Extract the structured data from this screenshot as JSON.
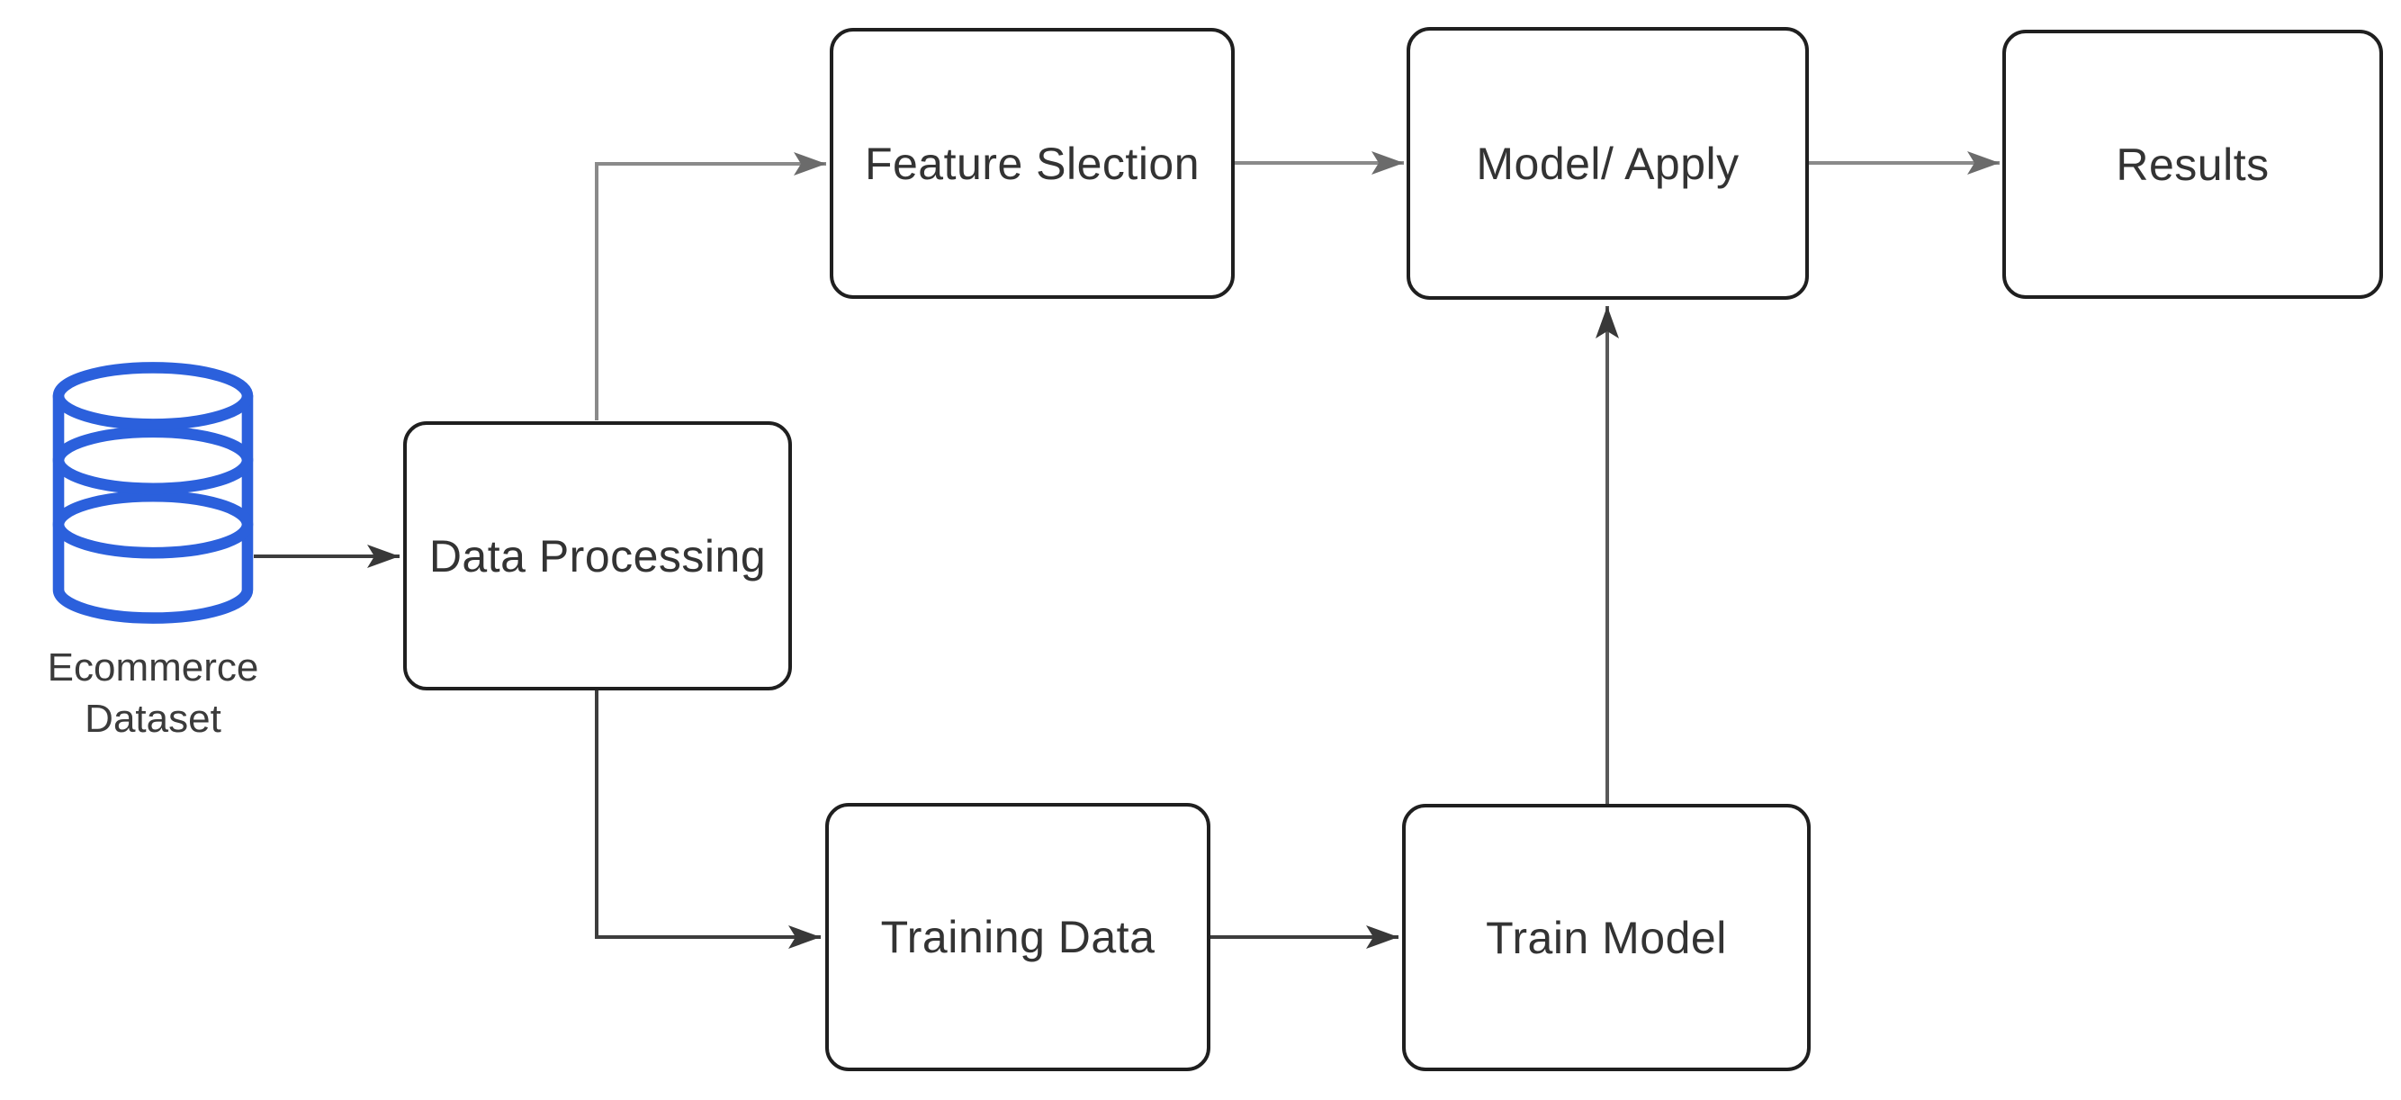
{
  "colors": {
    "background": "#ffffff",
    "database_blue": "#2b60dc",
    "box_border": "#1f1f1f",
    "box_fill": "#ffffff",
    "label_text": "#333333",
    "connector_gray": "#8a8a8a",
    "connector_dark": "#3d3d3d",
    "connector_mid": "#595959",
    "arrow_gray": "#6b6b6b",
    "arrow_dark": "#383838"
  },
  "diagram": {
    "nodes": [
      {
        "id": "ecommerce-dataset",
        "label": "Ecommerce Dataset",
        "shape": "database-cylinder"
      },
      {
        "id": "data-processing",
        "label": "Data Processing",
        "shape": "rounded-rectangle"
      },
      {
        "id": "feature-selection",
        "label": "Feature Slection",
        "shape": "rounded-rectangle"
      },
      {
        "id": "model-apply",
        "label": "Model/ Apply",
        "shape": "rounded-rectangle"
      },
      {
        "id": "results",
        "label": "Results",
        "shape": "rounded-rectangle"
      },
      {
        "id": "training-data",
        "label": "Training Data",
        "shape": "rounded-rectangle"
      },
      {
        "id": "train-model",
        "label": "Train Model",
        "shape": "rounded-rectangle"
      }
    ],
    "edges": [
      {
        "from": "ecommerce-dataset",
        "to": "data-processing"
      },
      {
        "from": "data-processing",
        "to": "feature-selection"
      },
      {
        "from": "feature-selection",
        "to": "model-apply"
      },
      {
        "from": "model-apply",
        "to": "results"
      },
      {
        "from": "data-processing",
        "to": "training-data"
      },
      {
        "from": "training-data",
        "to": "train-model"
      },
      {
        "from": "train-model",
        "to": "model-apply"
      }
    ]
  }
}
